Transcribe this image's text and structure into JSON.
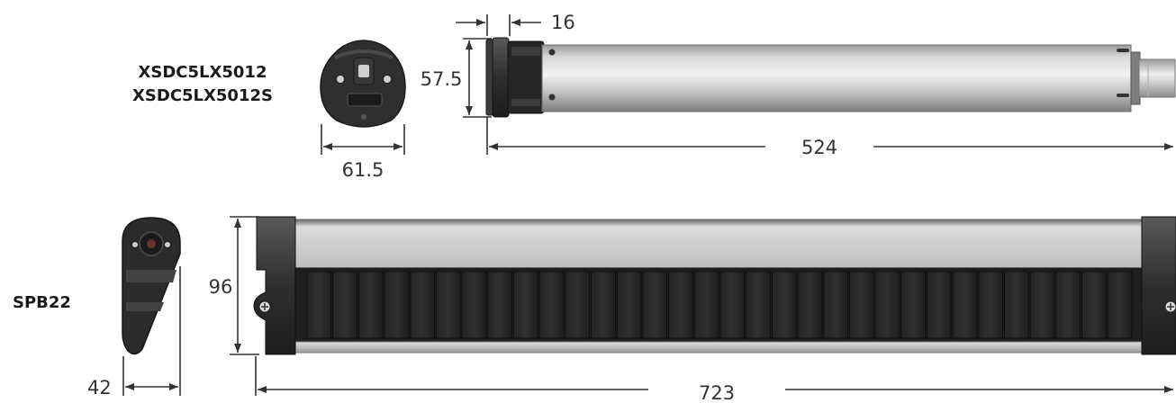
{
  "models": {
    "motor_line1": "XSDC5LX5012",
    "motor_line2": "XSDC5LX5012S",
    "battery": "SPB22"
  },
  "dimensions": {
    "motor_head_width": "61.5",
    "motor_height": "57.5",
    "motor_flange": "16",
    "motor_length": "524",
    "battery_head_width": "42",
    "battery_height": "96",
    "battery_length": "723"
  },
  "colors": {
    "dim_line": "#333333",
    "panel_dark": "#2b2b2b",
    "tube_light": "#d4d4d4",
    "tube_shadow": "#8a8a8a"
  }
}
